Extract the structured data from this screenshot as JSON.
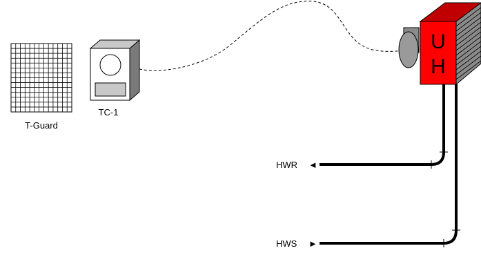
{
  "tguard": {
    "label": "T-Guard"
  },
  "thermostat": {
    "label": "TC-1"
  },
  "unit_heater": {
    "line1": "U",
    "line2": "H",
    "body_color": "#ff0000"
  },
  "pipes": {
    "return": {
      "label": "HWR",
      "arrow": "◄"
    },
    "supply": {
      "label": "HWS",
      "arrow": "►"
    }
  }
}
